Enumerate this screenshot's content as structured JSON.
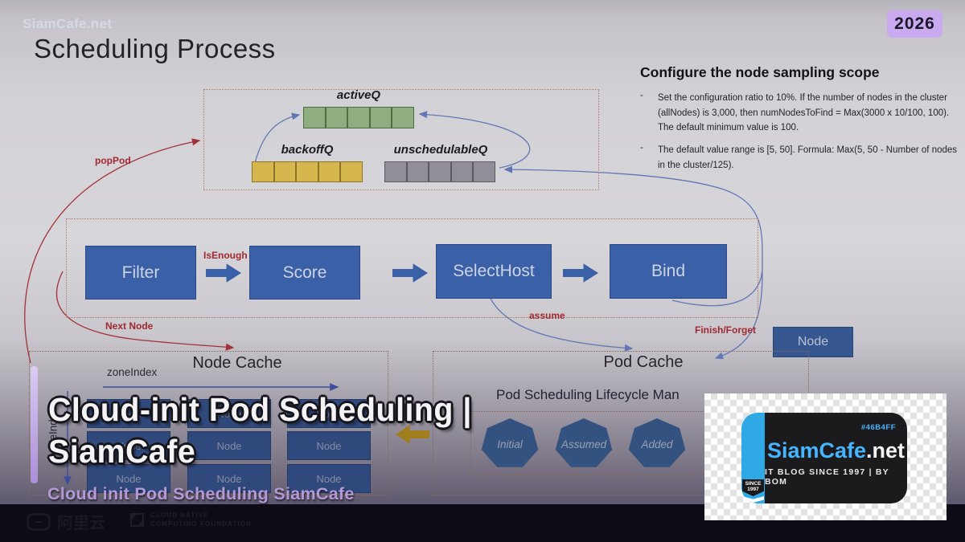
{
  "watermark": "SiamCafe.net",
  "year_badge": "2026",
  "slide": {
    "title": "Scheduling Process",
    "sampling": {
      "heading": "Configure the node sampling scope",
      "dash": "-",
      "bullets": [
        "Set the configuration ratio to 10%. If the number of nodes in the cluster (allNodes) is 3,000, then numNodesToFind = Max(3000 x 10/100, 100). The default minimum value is 100.",
        "The default value range is [5, 50]. Formula: Max(5, 50 - Number of nodes in the cluster/125)."
      ]
    },
    "queues": {
      "active": "activeQ",
      "backoff": "backoffQ",
      "unschedulable": "unschedulableQ"
    },
    "pipeline": {
      "stages": [
        "Filter",
        "Score",
        "SelectHost",
        "Bind"
      ]
    },
    "labels": {
      "pop_pod": "popPod",
      "is_enough": "IsEnough",
      "next_node": "Next Node",
      "assume": "assume",
      "finish_forget": "Finish/Forget"
    },
    "node_standalone": "Node",
    "node_cache": {
      "title": "Node Cache",
      "zone_index": "zoneIndex",
      "node_index": "nodeIndex",
      "cell": "Node"
    },
    "pod_cache": {
      "title": "Pod Cache",
      "lifecycle": "Pod Scheduling Lifecycle Man",
      "states": [
        "Initial",
        "Assumed",
        "Added"
      ]
    }
  },
  "overlay": {
    "title_line1": "Cloud-init Pod Scheduling |",
    "title_line2": "SiamCafe",
    "subtitle": "Cloud init Pod Scheduling SiamCafe"
  },
  "logo_card": {
    "hex_label": "#46B4FF",
    "brand": "SiamCafe",
    "brand_suffix": ".net",
    "tagline": "IT BLOG SINCE 1997 | BY BOM",
    "since_top": "SINCE",
    "since_bottom": "1997"
  },
  "footer": {
    "alibaba": "阿里云",
    "cncf_top": "CLOUD NATIVE",
    "cncf_bottom": "COMPUTING FOUNDATION"
  },
  "colors": {
    "pipeline_blue": "#3a60a8",
    "badge_purple": "#c9a9ef",
    "brand_blue": "#46B4FF",
    "active_green": "#8fae7f",
    "backoff_gold": "#d6b74e",
    "unschedulable_gray": "#918e99",
    "gold_arrow": "#a07e1e"
  }
}
